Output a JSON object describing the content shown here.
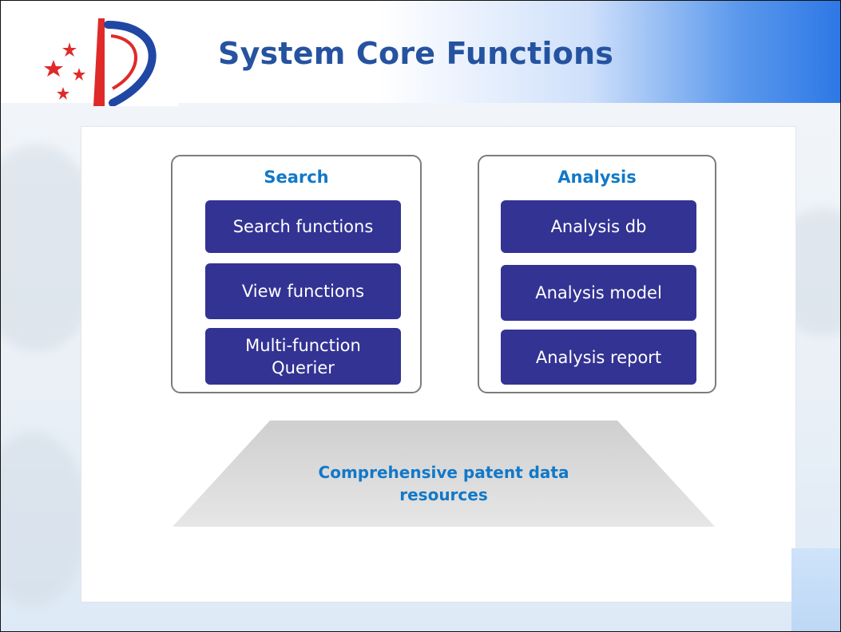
{
  "slide": {
    "title": "System Core Functions"
  },
  "groups": {
    "search": {
      "title": "Search",
      "items": [
        "Search functions",
        "View functions",
        "Multi-function Querier"
      ]
    },
    "analysis": {
      "title": "Analysis",
      "items": [
        "Analysis db",
        "Analysis model",
        "Analysis report"
      ]
    }
  },
  "foundation": {
    "label": "Comprehensive patent data resources"
  },
  "colors": {
    "title": "#2553a0",
    "group_title": "#1278c8",
    "function_box": "#333394",
    "foundation": "#d9d9d9",
    "logo_red": "#e02a2a",
    "logo_blue": "#2147a4"
  }
}
